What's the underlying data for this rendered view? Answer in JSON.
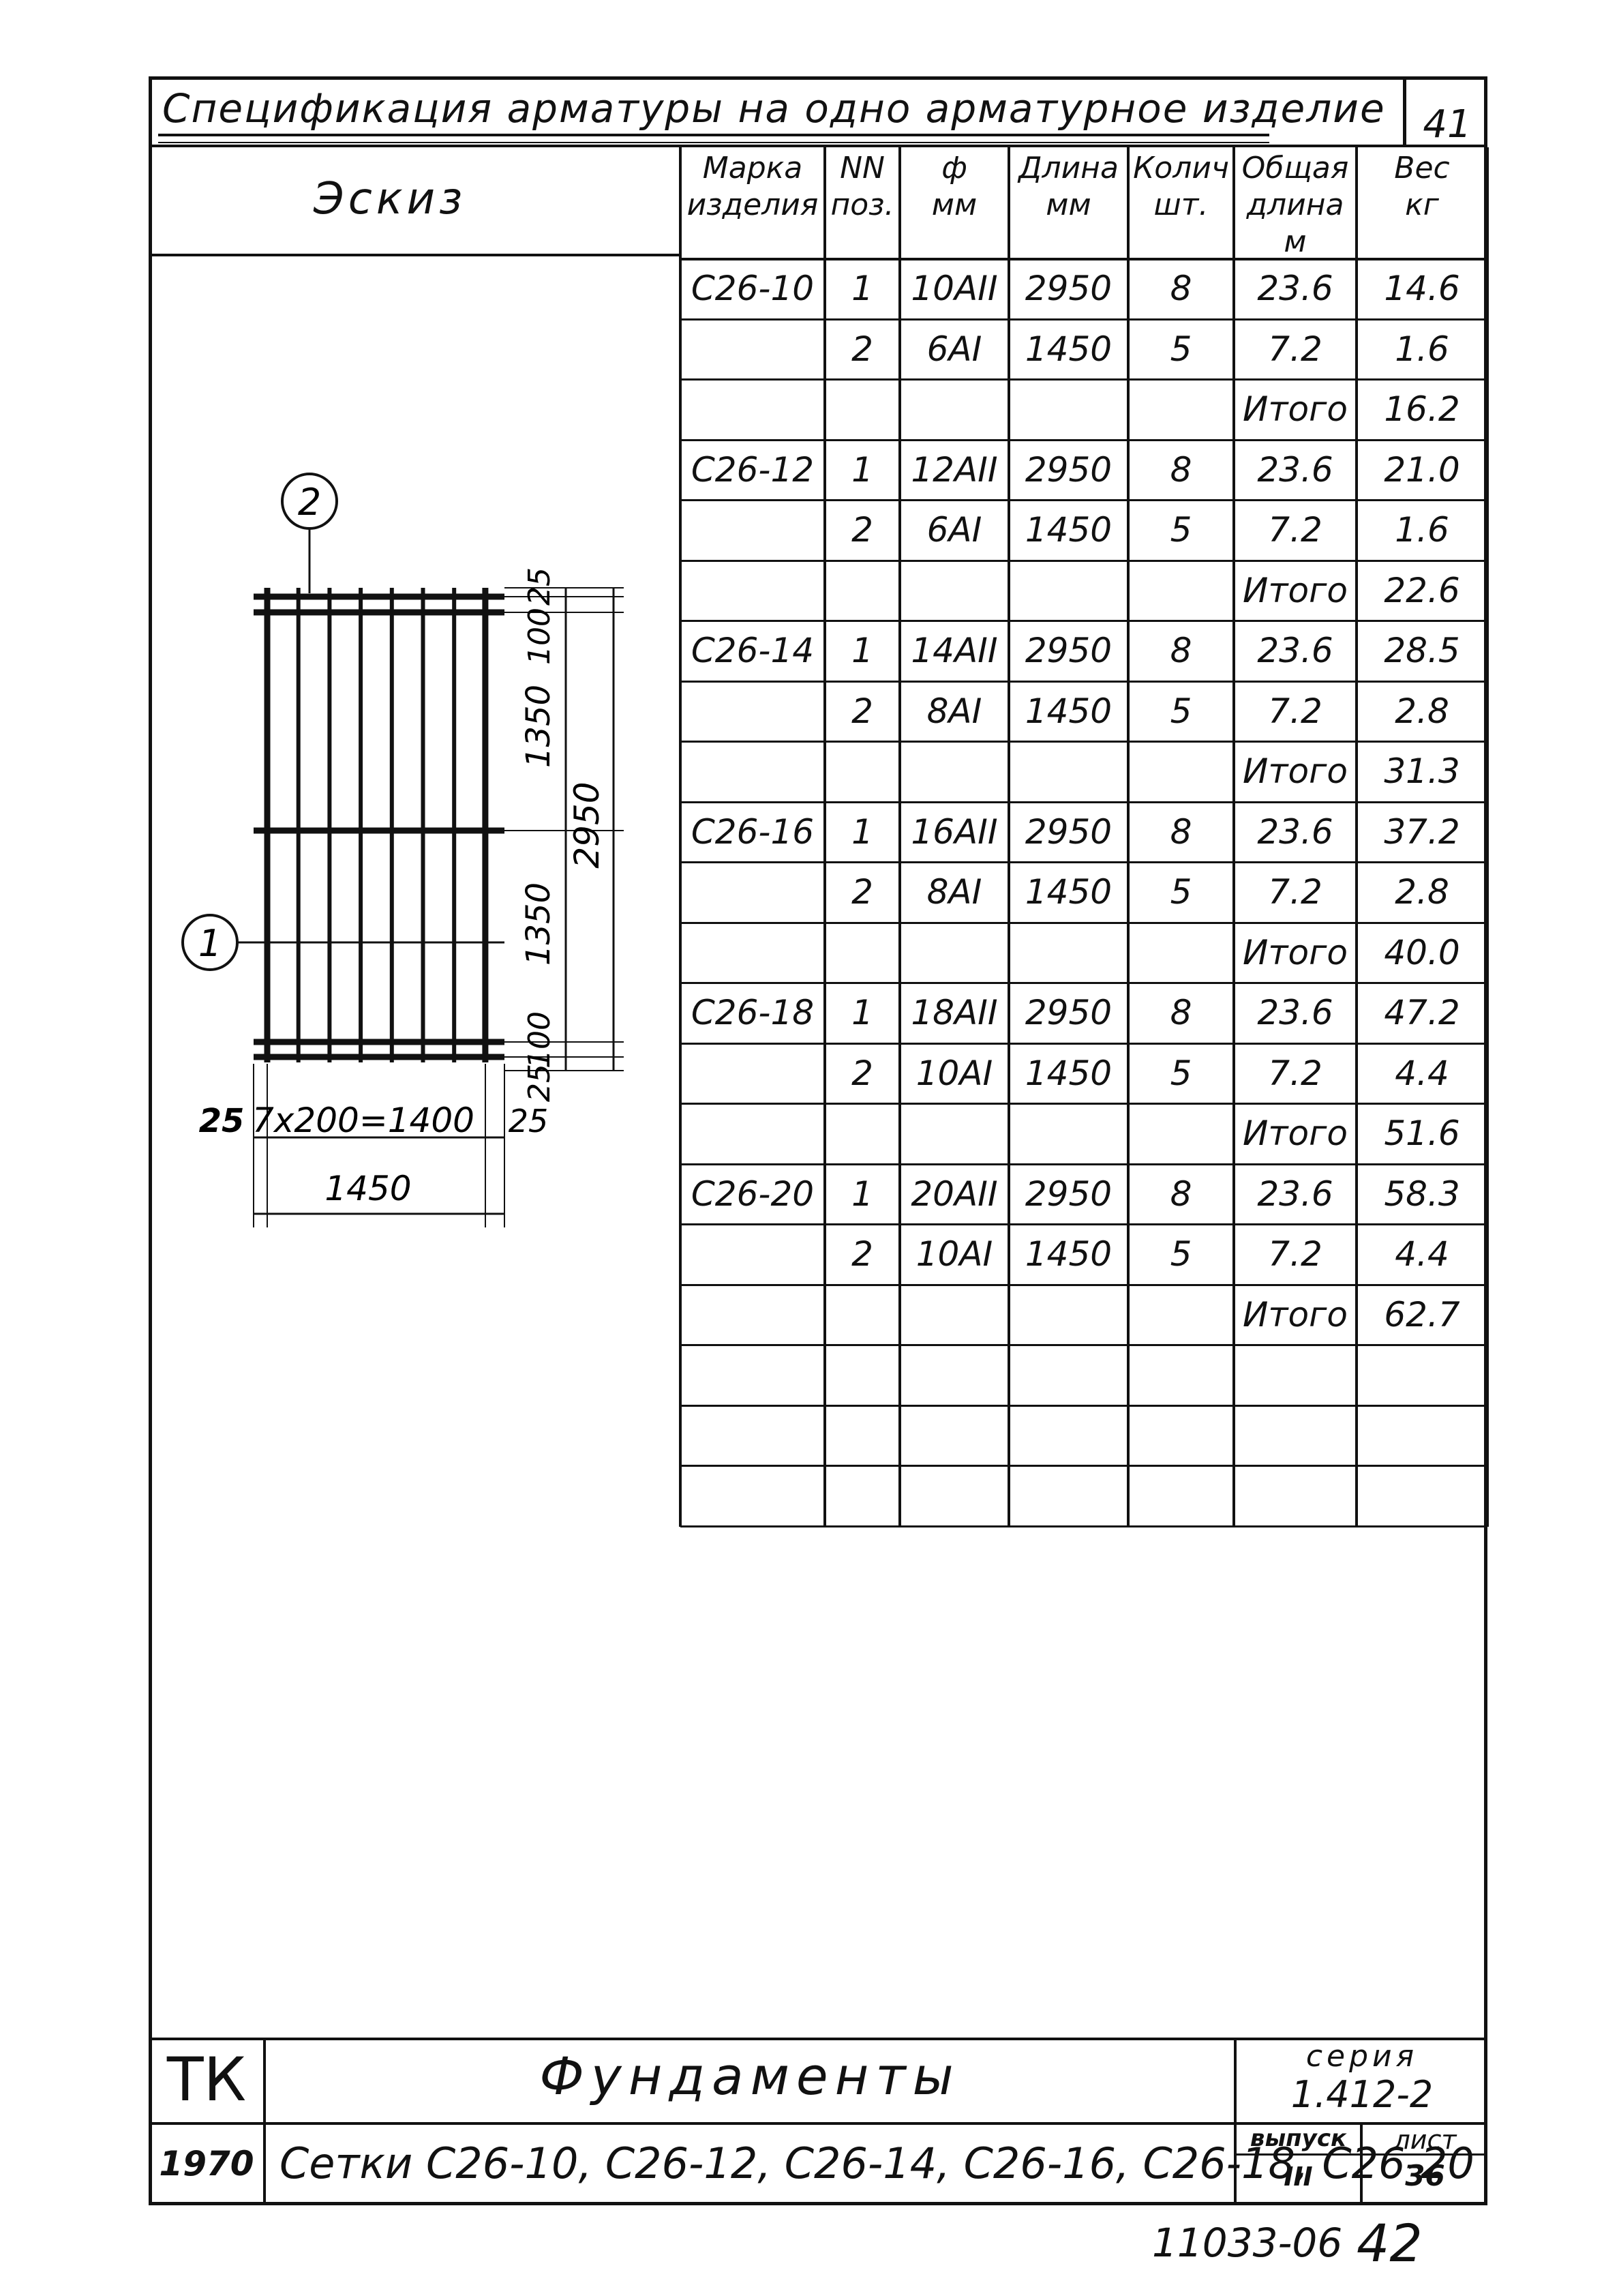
{
  "header": {
    "title": "Спецификация арматуры на одно арматурное изделие",
    "page_number": "41"
  },
  "sketch": {
    "heading": "Эскиз",
    "callout_top": "2",
    "callout_left": "1",
    "dim_top_25": "25",
    "dim_top_100": "100",
    "dim_1350_a": "1350",
    "dim_1350_b": "1350",
    "dim_2950": "2950",
    "dim_bot_100": "100",
    "dim_bot_25": "25",
    "dim_left_25": "25",
    "dim_spacing": "7x200=1400",
    "dim_right_25": "25",
    "dim_1450": "1450"
  },
  "table": {
    "headers": [
      "Марка\nизделия",
      "NN\nпоз.",
      "ф\nмм",
      "Длина\nмм",
      "Колич\nшт.",
      "Общая\nдлина\nм",
      "Вес\nкг"
    ],
    "rows": [
      [
        "С26-10",
        "1",
        "10АII",
        "2950",
        "8",
        "23.6",
        "14.6"
      ],
      [
        "",
        "2",
        "6АI",
        "1450",
        "5",
        "7.2",
        "1.6"
      ],
      [
        "",
        "",
        "",
        "",
        "",
        "Итого",
        "16.2"
      ],
      [
        "С26-12",
        "1",
        "12АII",
        "2950",
        "8",
        "23.6",
        "21.0"
      ],
      [
        "",
        "2",
        "6АI",
        "1450",
        "5",
        "7.2",
        "1.6"
      ],
      [
        "",
        "",
        "",
        "",
        "",
        "Итого",
        "22.6"
      ],
      [
        "С26-14",
        "1",
        "14АII",
        "2950",
        "8",
        "23.6",
        "28.5"
      ],
      [
        "",
        "2",
        "8АI",
        "1450",
        "5",
        "7.2",
        "2.8"
      ],
      [
        "",
        "",
        "",
        "",
        "",
        "Итого",
        "31.3"
      ],
      [
        "С26-16",
        "1",
        "16АII",
        "2950",
        "8",
        "23.6",
        "37.2"
      ],
      [
        "",
        "2",
        "8АI",
        "1450",
        "5",
        "7.2",
        "2.8"
      ],
      [
        "",
        "",
        "",
        "",
        "",
        "Итого",
        "40.0"
      ],
      [
        "С26-18",
        "1",
        "18АII",
        "2950",
        "8",
        "23.6",
        "47.2"
      ],
      [
        "",
        "2",
        "10АI",
        "1450",
        "5",
        "7.2",
        "4.4"
      ],
      [
        "",
        "",
        "",
        "",
        "",
        "Итого",
        "51.6"
      ],
      [
        "С26-20",
        "1",
        "20АII",
        "2950",
        "8",
        "23.6",
        "58.3"
      ],
      [
        "",
        "2",
        "10АI",
        "1450",
        "5",
        "7.2",
        "4.4"
      ],
      [
        "",
        "",
        "",
        "",
        "",
        "Итого",
        "62.7"
      ],
      [
        "",
        "",
        "",
        "",
        "",
        "",
        ""
      ],
      [
        "",
        "",
        "",
        "",
        "",
        "",
        ""
      ],
      [
        "",
        "",
        "",
        "",
        "",
        "",
        ""
      ]
    ]
  },
  "title_block": {
    "org": "ТК",
    "name": "Фундаменты",
    "year": "1970",
    "description": "Сетки С26-10, С26-12, С26-14, С26-16, С26-18, С26-20",
    "series_label": "серия",
    "series_value": "1.412-2",
    "issue_label": "выпуск",
    "issue_value": "III",
    "sheet_label": "лист",
    "sheet_value": "36"
  },
  "footer": {
    "code": "11033-06",
    "page": "42"
  }
}
